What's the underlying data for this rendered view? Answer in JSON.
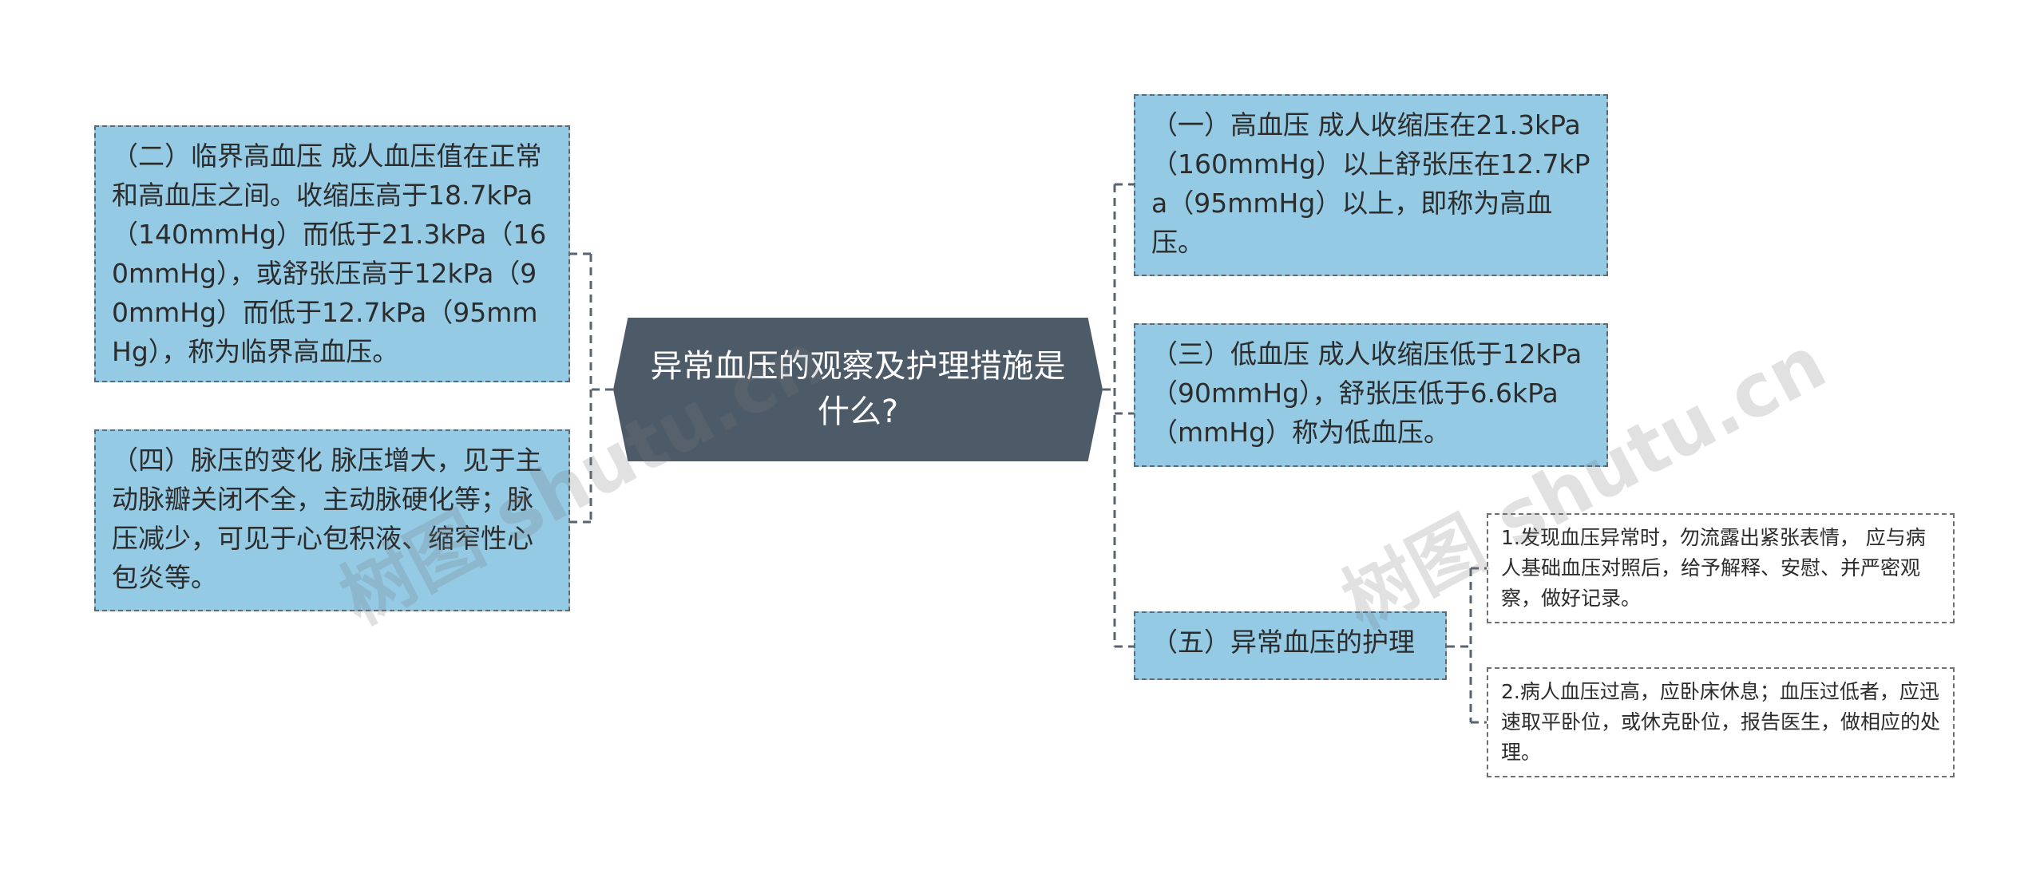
{
  "root": {
    "title": "异常血压的观察及护理措施是什么?"
  },
  "left_nodes": [
    {
      "text": "（二）临界高血压 成人血压值在正常和高血压之间。收缩压高于18.7kPa（140mmHg）而低于21.3kPa（160mmHg），或舒张压高于12kPa（90mmHg）而低于12.7kPa（95mmHg），称为临界高血压。"
    },
    {
      "text": "（四）脉压的变化 脉压增大，见于主动脉瓣关闭不全，主动脉硬化等；脉压减少，可见于心包积液、缩窄性心包炎等。"
    }
  ],
  "right_nodes": [
    {
      "text": "（一）高血压 成人收缩压在21.3kPa（160mmHg）以上舒张压在12.7kPa（95mmHg）以上，即称为高血压。"
    },
    {
      "text": "（三）低血压 成人收缩压低于12kPa（90mmHg），舒张压低于6.6kPa（mmHg）称为低血压。"
    },
    {
      "text": "（五）异常血压的护理",
      "children": [
        {
          "text": "1.发现血压异常时，勿流露出紧张表情， 应与病人基础血压对照后，给予解释、安慰、并严密观察，做好记录。"
        },
        {
          "text": "2.病人血压过高，应卧床休息；血压过低者，应迅速取平卧位，或休克卧位，报告医生，做相应的处理。"
        }
      ]
    }
  ],
  "watermarks": [
    "树图 shutu.cn",
    "树图 shutu.cn"
  ],
  "colors": {
    "root_bg": "#4d5b69",
    "node_bg": "#94cae4",
    "leaf_bg": "#ffffff",
    "connector": "#5a6470"
  }
}
